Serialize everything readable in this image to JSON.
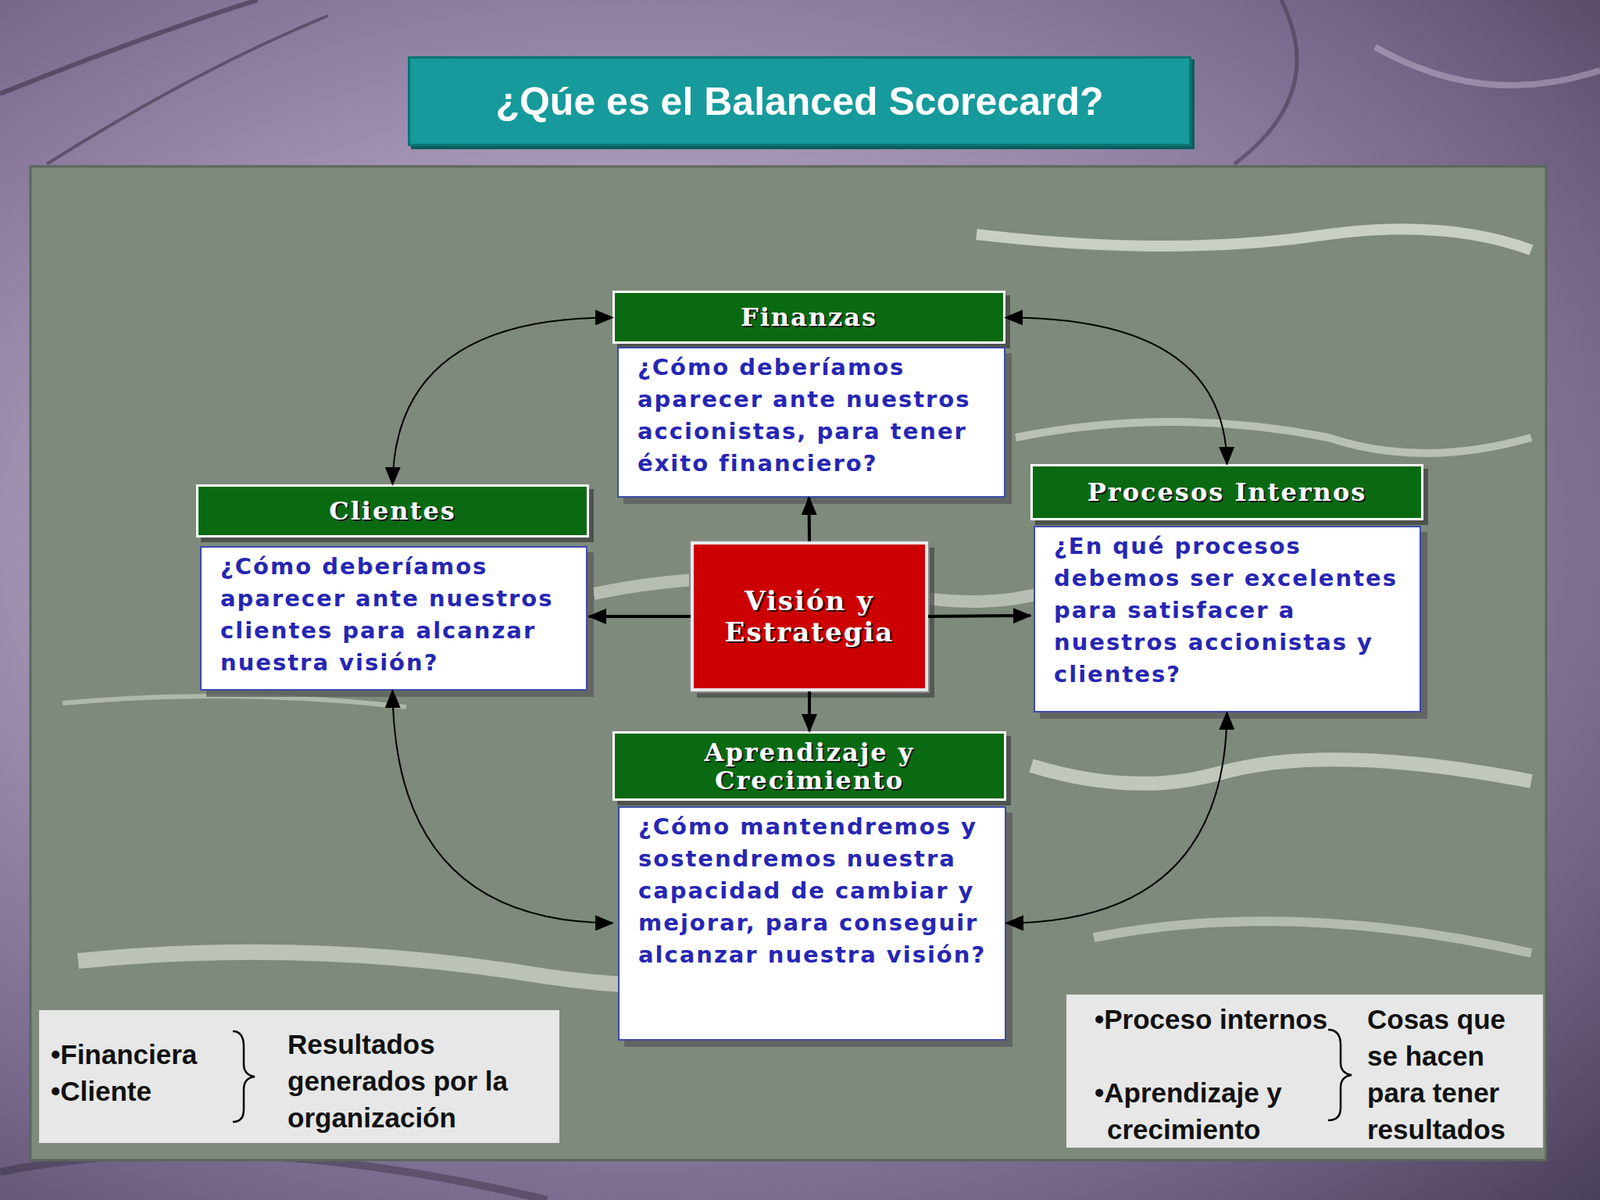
{
  "diagram": {
    "title": "¿Qúe es el Balanced Scorecard?",
    "nodes": [
      {
        "text": [
          "Finanzas",
          "¿Cómo deberíamos aparecer ante nuestros accionistas, para tener éxito financiero?"
        ]
      },
      {
        "text": [
          "Clientes",
          "¿Cómo deberíamos aparecer ante nuestros clientes para alcanzar nuestra visión?"
        ]
      },
      {
        "text": [
          "Visión y Estrategia"
        ]
      },
      {
        "text": [
          "Procesos Internos",
          "¿En qué procesos debemos ser excelentes para satisfacer a nuestros accionistas y clientes?"
        ]
      },
      {
        "text": [
          "Aprendizaje y Crecimiento",
          "¿Cómo mantendremos y sostendremos nuestra capacidad de cambiar y mejorar, para conseguir alcanzar nuestra visión?"
        ]
      },
      {
        "text": [
          "•Financiera",
          "•Cliente",
          "Resultados generados por la organización"
        ]
      },
      {
        "text": [
          "•Proceso internos",
          "•Aprendizaje y crecimiento",
          "Cosas que se hacen para tener resultados"
        ]
      }
    ],
    "edges": [
      {
        "from": 2,
        "to": 0,
        "arrow": "to"
      },
      {
        "from": 2,
        "to": 1,
        "arrow": "to"
      },
      {
        "from": 2,
        "to": 3,
        "arrow": "to"
      },
      {
        "from": 2,
        "to": 4,
        "arrow": "to"
      },
      {
        "from": 0,
        "to": 1,
        "arrow": "both"
      },
      {
        "from": 0,
        "to": 3,
        "arrow": "both"
      },
      {
        "from": 3,
        "to": 4,
        "arrow": "both"
      },
      {
        "from": 4,
        "to": 1,
        "arrow": "both"
      }
    ]
  }
}
